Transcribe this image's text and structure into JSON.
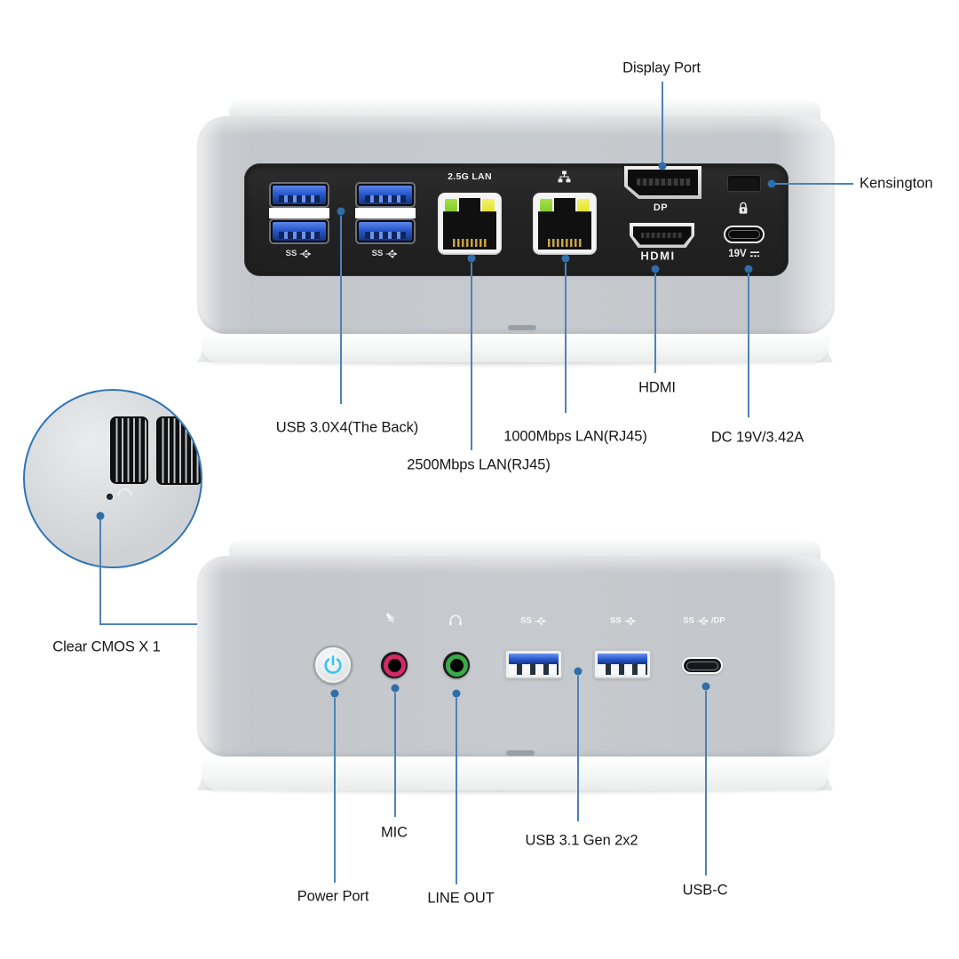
{
  "colors": {
    "leader": "#4e82b7",
    "dot": "#2f6ea9",
    "accent": "#2e74b5",
    "usb_blue": "#2757cd",
    "usb_blue_dark": "#16357e",
    "led_green": "#84cc2e",
    "led_yellow": "#e6e32f",
    "mic_pink": "#d62a66",
    "line_green": "#3aaa46",
    "power_cyan": "#38c5ea"
  },
  "back_section": {
    "panel": {
      "lan_2_5g": "2.5G LAN",
      "dp": "DP",
      "hdmi": "HDMI",
      "dc": "19V",
      "ss": "SS"
    },
    "callouts": {
      "display_port": "Display Port",
      "kensington": "Kensington",
      "usb_back": "USB 3.0X4(The Back)",
      "lan_2500": "2500Mbps LAN(RJ45)",
      "lan_1000": "1000Mbps LAN(RJ45)",
      "hdmi": "HDMI",
      "dc": "DC 19V/3.42A"
    }
  },
  "inset": {
    "callout": "Clear CMOS X 1"
  },
  "front_section": {
    "ss": "SS",
    "usbc_suffix": "/DP",
    "callouts": {
      "power": "Power Port",
      "mic": "MIC",
      "line_out": "LINE OUT",
      "usb31": "USB 3.1 Gen 2x2",
      "usbc": "USB-C"
    }
  }
}
